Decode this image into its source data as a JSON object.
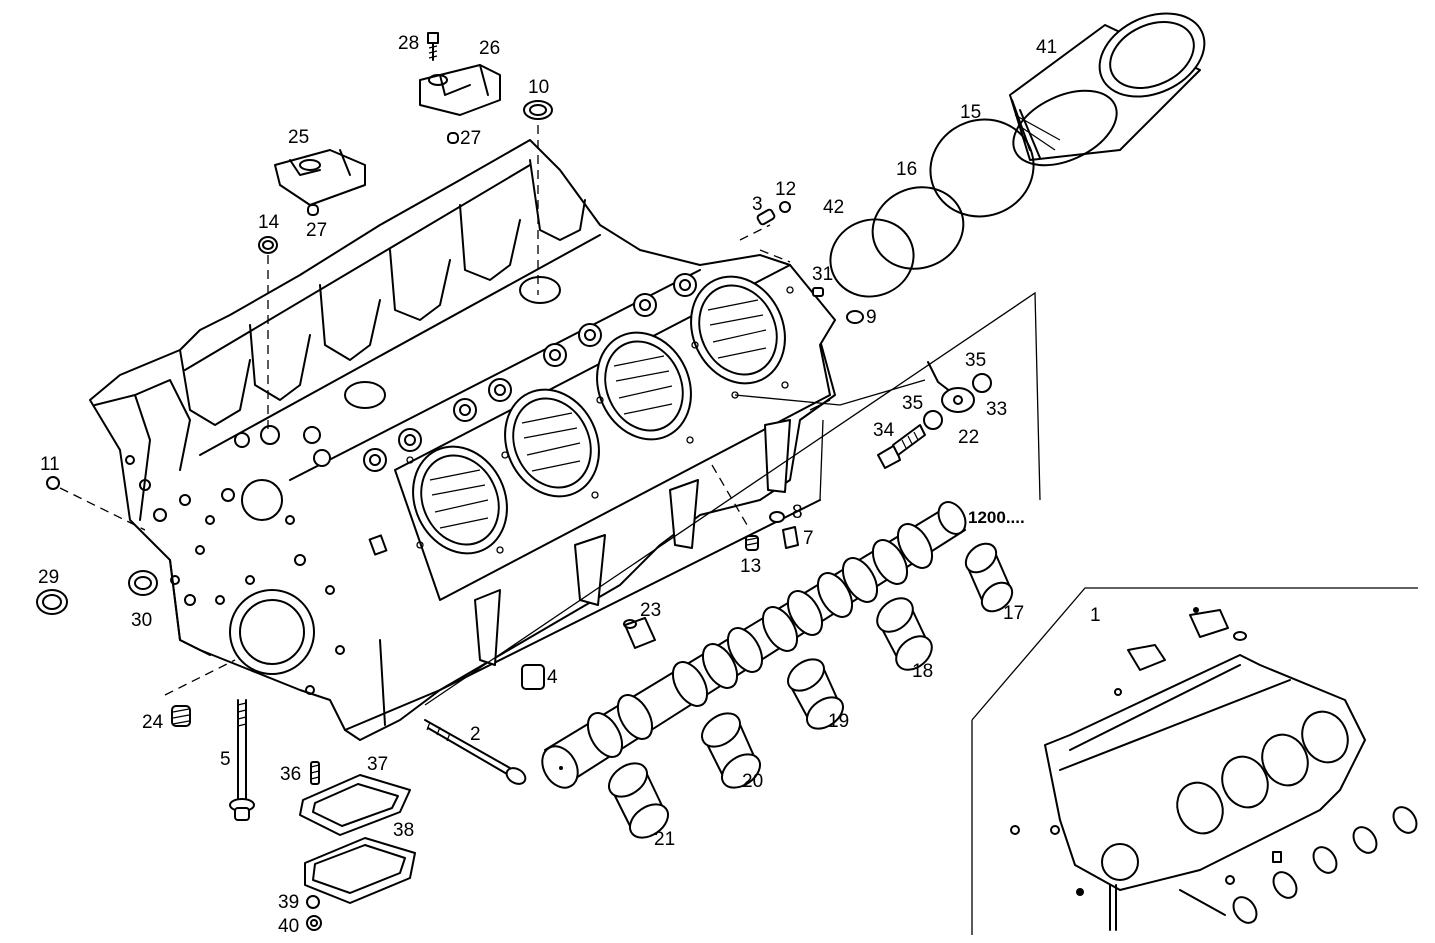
{
  "callouts": {
    "n1": "1",
    "n2": "2",
    "n3": "3",
    "n4": "4",
    "n5": "5",
    "n7": "7",
    "n8": "8",
    "n9": "9",
    "n10": "10",
    "n11": "11",
    "n12": "12",
    "n13": "13",
    "n14": "14",
    "n15": "15",
    "n16": "16",
    "n17": "17",
    "n18": "18",
    "n19": "19",
    "n20": "20",
    "n21": "21",
    "n22": "22",
    "n23": "23",
    "n24": "24",
    "n25": "25",
    "n26": "26",
    "n27a": "27",
    "n27b": "27",
    "n28": "28",
    "n29": "29",
    "n30": "30",
    "n31": "31",
    "n33": "33",
    "n34": "34",
    "n35a": "35",
    "n35b": "35",
    "n36": "36",
    "n37": "37",
    "n38": "38",
    "n39": "39",
    "n40": "40",
    "n41": "41",
    "n42": "42",
    "serial": "1200...."
  }
}
